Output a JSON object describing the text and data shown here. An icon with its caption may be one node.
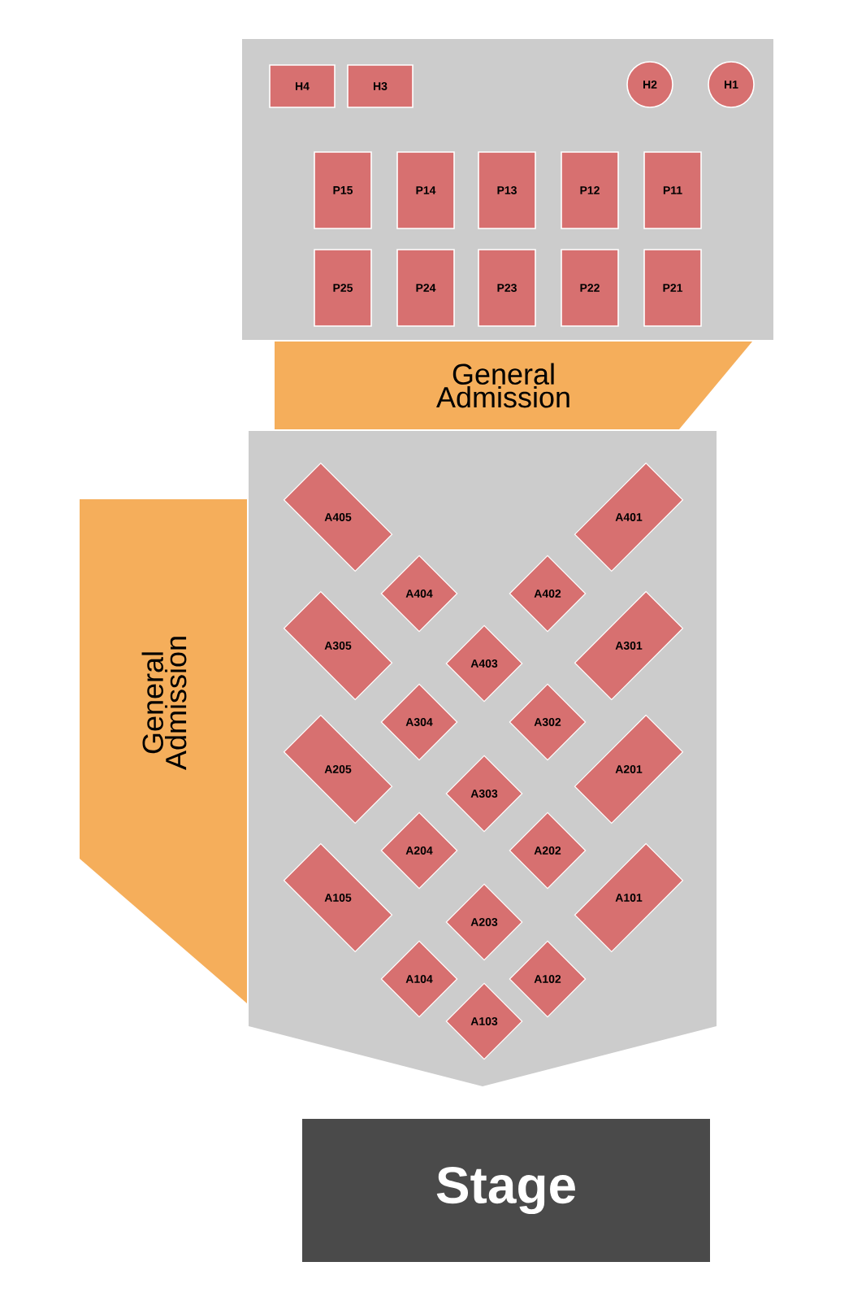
{
  "diagram": {
    "nodes": [
      {
        "text": [
          "H4"
        ]
      },
      {
        "text": [
          "H3"
        ]
      },
      {
        "text": [
          "H2"
        ]
      },
      {
        "text": [
          "H1"
        ]
      },
      {
        "text": [
          "P15"
        ]
      },
      {
        "text": [
          "P14"
        ]
      },
      {
        "text": [
          "P13"
        ]
      },
      {
        "text": [
          "P12"
        ]
      },
      {
        "text": [
          "P11"
        ]
      },
      {
        "text": [
          "P25"
        ]
      },
      {
        "text": [
          "P24"
        ]
      },
      {
        "text": [
          "P23"
        ]
      },
      {
        "text": [
          "P22"
        ]
      },
      {
        "text": [
          "P21"
        ]
      },
      {
        "text": [
          "General Admission"
        ]
      },
      {
        "text": [
          "General Admission"
        ]
      },
      {
        "text": [
          "A405"
        ]
      },
      {
        "text": [
          "A401"
        ]
      },
      {
        "text": [
          "A404"
        ]
      },
      {
        "text": [
          "A402"
        ]
      },
      {
        "text": [
          "A305"
        ]
      },
      {
        "text": [
          "A403"
        ]
      },
      {
        "text": [
          "A301"
        ]
      },
      {
        "text": [
          "A304"
        ]
      },
      {
        "text": [
          "A302"
        ]
      },
      {
        "text": [
          "A205"
        ]
      },
      {
        "text": [
          "A303"
        ]
      },
      {
        "text": [
          "A201"
        ]
      },
      {
        "text": [
          "A204"
        ]
      },
      {
        "text": [
          "A202"
        ]
      },
      {
        "text": [
          "A105"
        ]
      },
      {
        "text": [
          "A203"
        ]
      },
      {
        "text": [
          "A101"
        ]
      },
      {
        "text": [
          "A104"
        ]
      },
      {
        "text": [
          "A102"
        ]
      },
      {
        "text": [
          "A103"
        ]
      },
      {
        "text": [
          "Stage"
        ]
      }
    ]
  }
}
